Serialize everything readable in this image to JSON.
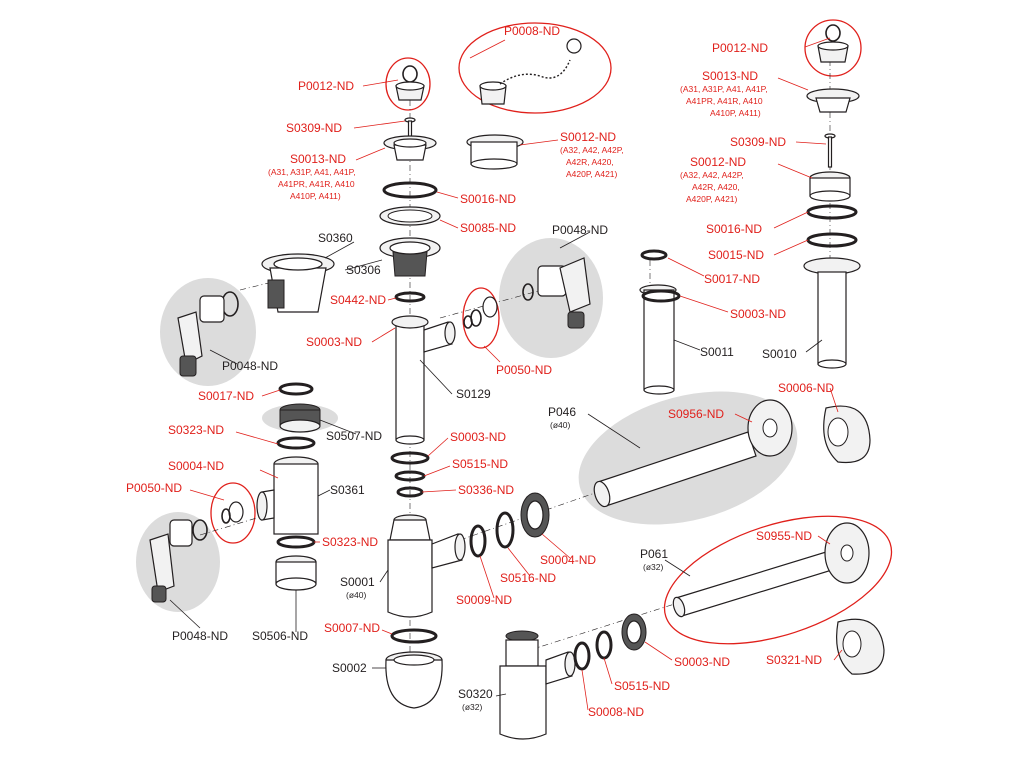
{
  "labels": {
    "p0008": "P0008-ND",
    "p0012_a": "P0012-ND",
    "p0012_b": "P0012-ND",
    "s0309_a": "S0309-ND",
    "s0309_b": "S0309-ND",
    "s0013_a": "S0013-ND",
    "s0013_a_sub1": "(A31, A31P, A41, A41P,",
    "s0013_a_sub2": "A41PR, A41R, A410",
    "s0013_a_sub3": "A410P, A411)",
    "s0013_b": "S0013-ND",
    "s0013_b_sub1": "(A31, A31P, A41, A41P,",
    "s0013_b_sub2": "A41PR, A41R, A410",
    "s0013_b_sub3": "A410P, A411)",
    "s0012_a": "S0012-ND",
    "s0012_a_sub1": "(A32, A42, A42P,",
    "s0012_a_sub2": "A42R, A420,",
    "s0012_a_sub3": "A420P, A421)",
    "s0012_b": "S0012-ND",
    "s0012_b_sub1": "(A32, A42, A42P,",
    "s0012_b_sub2": "A42R, A420,",
    "s0012_b_sub3": "A420P, A421)",
    "s0016_a": "S0016-ND",
    "s0016_b": "S0016-ND",
    "s0085": "S0085-ND",
    "s0360": "S0360",
    "s0306": "S0306",
    "p0048_top": "P0048-ND",
    "p0048_left": "P0048-ND",
    "p0048_bottom": "P0048-ND",
    "s0015": "S0015-ND",
    "s0017_a": "S0017-ND",
    "s0017_b": "S0017-ND",
    "s0442": "S0442-ND",
    "s0003_a": "S0003-ND",
    "s0003_b": "S0003-ND",
    "s0003_c": "S0003-ND",
    "s0003_d": "S0003-ND",
    "p0050_a": "P0050-ND",
    "p0050_b": "P0050-ND",
    "s0011": "S0011",
    "s0010": "S0010",
    "s0129": "S0129",
    "s0507": "S0507-ND",
    "p046": "P046",
    "p046_sub": "(ø40)",
    "s0956": "S0956-ND",
    "s0006": "S0006-ND",
    "s0323_a": "S0323-ND",
    "s0323_b": "S0323-ND",
    "s0515_a": "S0515-ND",
    "s0515_b": "S0515-ND",
    "s0004_a": "S0004-ND",
    "s0004_b": "S0004-ND",
    "s0336": "S0336-ND",
    "s0361": "S0361",
    "s0516": "S0516-ND",
    "s0955": "S0955-ND",
    "p061": "P061",
    "p061_sub": "(ø32)",
    "s0001": "S0001",
    "s0001_sub": "(ø40)",
    "s0009": "S0009-ND",
    "s0506": "S0506-ND",
    "s0007": "S0007-ND",
    "s0002": "S0002",
    "s0320": "S0320",
    "s0320_sub": "(ø32)",
    "s0008": "S0008-ND",
    "s0321": "S0321-ND"
  },
  "colors": {
    "accent_red": "#e0201b",
    "outline": "#231f20",
    "bubble_gray": "#dcdcdc"
  }
}
